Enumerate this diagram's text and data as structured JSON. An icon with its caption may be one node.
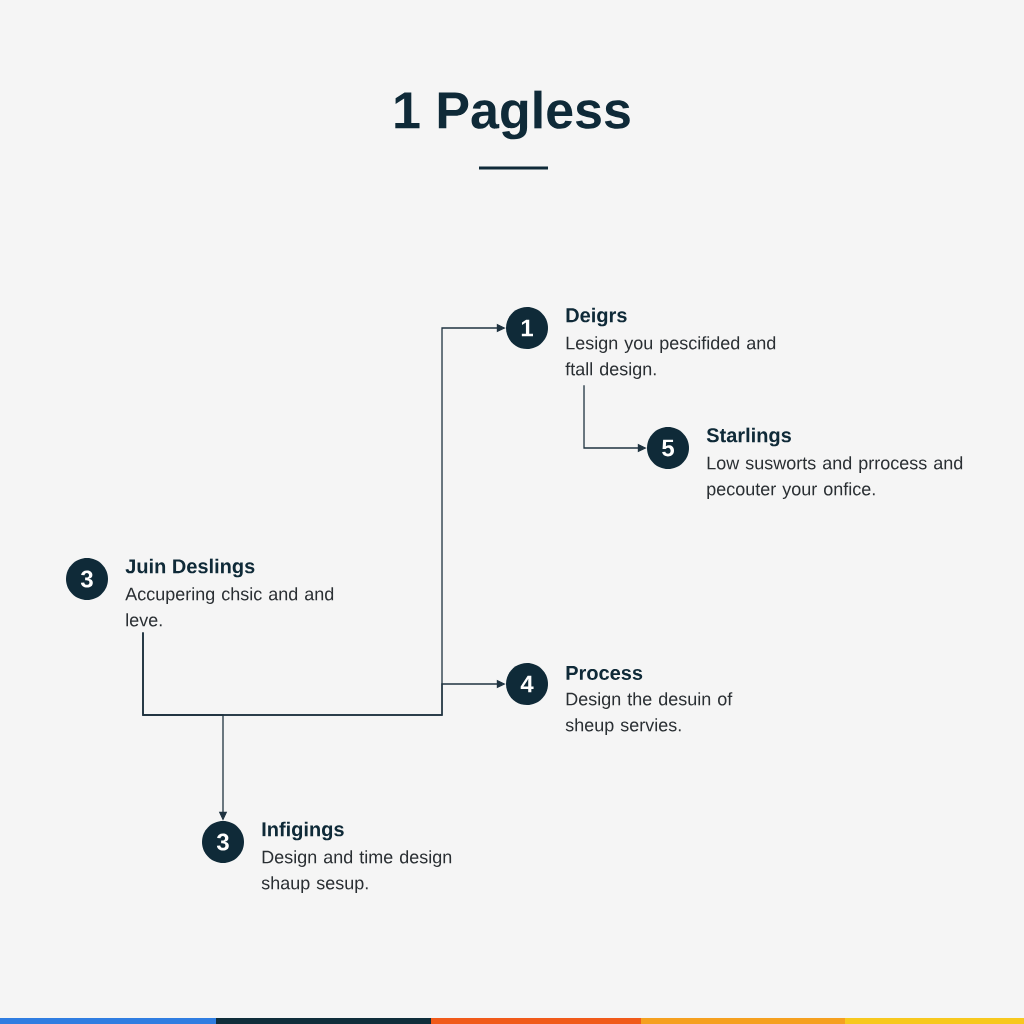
{
  "diagram": {
    "title": "1 Pagless",
    "nodes": [
      {
        "text": [
          "1",
          "Deigrs",
          "Lesign you pescifided and ftall design."
        ]
      },
      {
        "text": [
          "5",
          "Starlings",
          "Low susworts and prrocess and pecouter your onfice."
        ]
      },
      {
        "text": [
          "3",
          "Juin Deslings",
          "Accupering chsic and and leve."
        ]
      },
      {
        "text": [
          "4",
          "Process",
          "Design the desuin of sheup servies."
        ]
      },
      {
        "text": [
          "3",
          "Infigings",
          "Design and time design shaup sesup."
        ]
      }
    ],
    "edges": [
      {
        "from": 2,
        "to": 0,
        "arrow": "to"
      },
      {
        "from": 2,
        "to": 3,
        "arrow": "to"
      },
      {
        "from": 2,
        "to": 4,
        "arrow": "to"
      },
      {
        "from": 0,
        "to": 1,
        "arrow": "to"
      }
    ]
  }
}
